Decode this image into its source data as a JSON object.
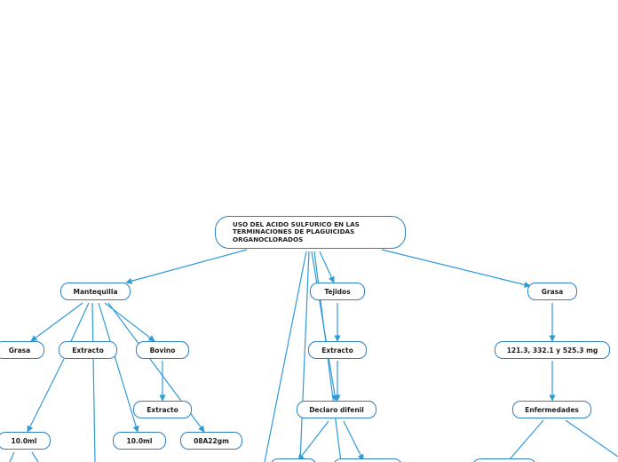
{
  "colors": {
    "edge": "#2f9ad8",
    "border": "#2f7fc1",
    "text": "#1d1d1d",
    "background": "#ffffff"
  },
  "root": {
    "label": "USO DEL ACIDO SULFURICO EN LAS TERMINACIONES DE PLAGUICIDAS ORGANOCLORADOS"
  },
  "nodes": {
    "mantequilla": "Mantequilla",
    "tejidos": "Tejidos",
    "grasa_right": "Grasa",
    "grasa_left": "Grasa",
    "extracto_mantequilla": "Extracto",
    "bovino": "Bovino",
    "extracto_tejidos": "Extracto",
    "valores_grasa": "121.3, 332.1 y 525.3 mg",
    "extracto_bovino": "Extracto",
    "declaro_difenil": "Declaro difenil",
    "enfermedades": "Enfermedades",
    "ml_left": "10.0ml",
    "ml_mid": "10.0ml",
    "codigo": "08A22gm"
  }
}
